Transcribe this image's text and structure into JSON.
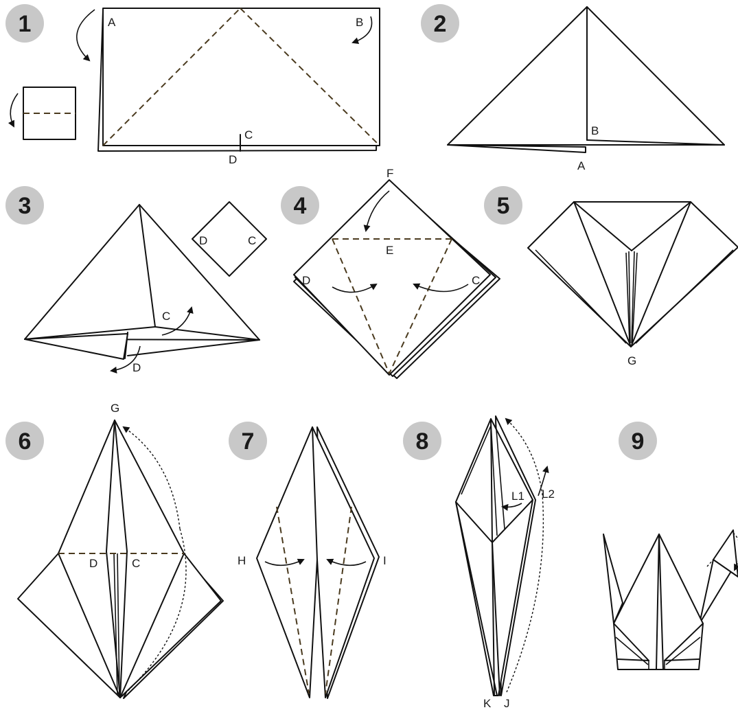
{
  "steps": [
    {
      "number": "1",
      "labels": [
        "A",
        "B",
        "C",
        "D"
      ]
    },
    {
      "number": "2",
      "labels": [
        "B",
        "A"
      ]
    },
    {
      "number": "3",
      "labels": [
        "C",
        "D",
        "D",
        "C"
      ]
    },
    {
      "number": "4",
      "labels": [
        "F",
        "E",
        "D",
        "C"
      ]
    },
    {
      "number": "5",
      "labels": [
        "G"
      ]
    },
    {
      "number": "6",
      "labels": [
        "G",
        "D",
        "C"
      ]
    },
    {
      "number": "7",
      "labels": [
        "H",
        "I"
      ]
    },
    {
      "number": "8",
      "labels": [
        "L1",
        "L2",
        "K",
        "J"
      ]
    },
    {
      "number": "9",
      "labels": []
    }
  ],
  "colors": {
    "badge": "#c8c8c8",
    "line": "#111111",
    "valley_fold": "#4a3a1e"
  }
}
